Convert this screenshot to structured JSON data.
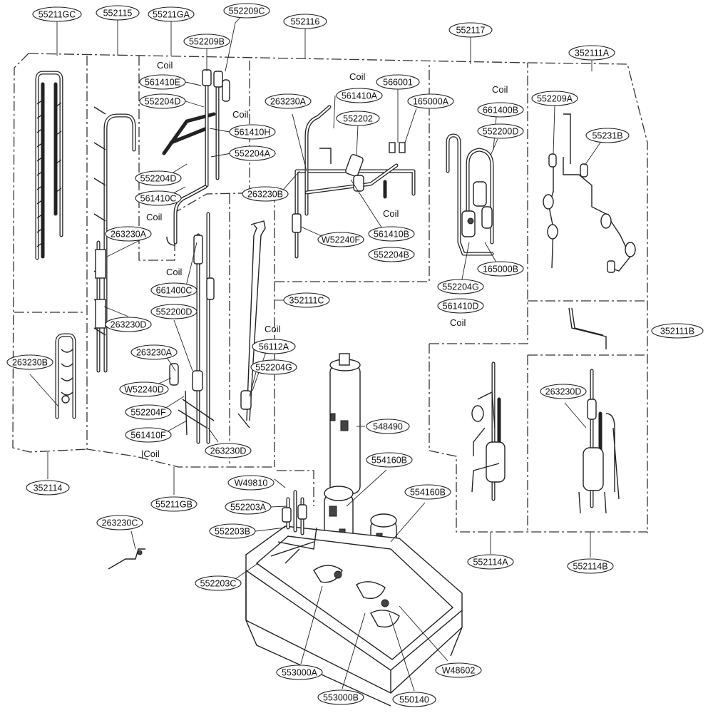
{
  "callouts": [
    {
      "id": "c-55211GC",
      "text": "55211GC"
    },
    {
      "id": "c-552115",
      "text": "552115"
    },
    {
      "id": "c-55211GA",
      "text": "55211GA"
    },
    {
      "id": "c-552209C",
      "text": "552209C"
    },
    {
      "id": "c-552209B",
      "text": "552209B"
    },
    {
      "id": "c-561410E",
      "text": "561410E"
    },
    {
      "id": "c-552204D-a",
      "text": "552204D"
    },
    {
      "id": "c-561410H",
      "text": "561410H"
    },
    {
      "id": "c-552204A",
      "text": "552204A"
    },
    {
      "id": "c-552204D-b",
      "text": "552204D"
    },
    {
      "id": "c-561410C",
      "text": "561410C"
    },
    {
      "id": "c-552116",
      "text": "552116"
    },
    {
      "id": "c-263230A-a",
      "text": "263230A"
    },
    {
      "id": "c-561410A",
      "text": "561410A"
    },
    {
      "id": "c-566001",
      "text": "566001"
    },
    {
      "id": "c-165000A",
      "text": "165000A"
    },
    {
      "id": "c-552202",
      "text": "552202"
    },
    {
      "id": "c-263230B-a",
      "text": "263230B"
    },
    {
      "id": "c-561410B",
      "text": "561410B"
    },
    {
      "id": "c-W52240F",
      "text": "W52240F"
    },
    {
      "id": "c-552204B",
      "text": "552204B"
    },
    {
      "id": "c-552117",
      "text": "552117"
    },
    {
      "id": "c-661400B",
      "text": "661400B"
    },
    {
      "id": "c-552200D-a",
      "text": "552200D"
    },
    {
      "id": "c-165000B",
      "text": "165000B"
    },
    {
      "id": "c-552204G-a",
      "text": "552204G"
    },
    {
      "id": "c-561410D",
      "text": "561410D"
    },
    {
      "id": "c-352111A",
      "text": "352111A"
    },
    {
      "id": "c-552209A",
      "text": "552209A"
    },
    {
      "id": "c-55231B",
      "text": "55231B"
    },
    {
      "id": "c-352111B",
      "text": "352111B"
    },
    {
      "id": "c-263230A-b",
      "text": "263230A"
    },
    {
      "id": "c-263230D-a",
      "text": "263230D"
    },
    {
      "id": "c-661400C",
      "text": "661400C"
    },
    {
      "id": "c-552200D-b",
      "text": "552200D"
    },
    {
      "id": "c-263230A-c",
      "text": "263230A"
    },
    {
      "id": "c-W52240D",
      "text": "W52240D"
    },
    {
      "id": "c-552204F",
      "text": "552204F"
    },
    {
      "id": "c-561410F",
      "text": "561410F"
    },
    {
      "id": "c-263230D-b",
      "text": "263230D"
    },
    {
      "id": "c-352111C",
      "text": "352111C"
    },
    {
      "id": "c-56112A",
      "text": "56112A"
    },
    {
      "id": "c-552204G-b",
      "text": "552204G"
    },
    {
      "id": "c-263230B-b",
      "text": "263230B"
    },
    {
      "id": "c-352114",
      "text": "352114"
    },
    {
      "id": "c-55211GB",
      "text": "55211GB"
    },
    {
      "id": "c-548490",
      "text": "548490"
    },
    {
      "id": "c-554160B-a",
      "text": "554160B"
    },
    {
      "id": "c-W49810",
      "text": "W49810"
    },
    {
      "id": "c-554160B-b",
      "text": "554160B"
    },
    {
      "id": "c-552203A",
      "text": "552203A"
    },
    {
      "id": "c-552203B",
      "text": "552203B"
    },
    {
      "id": "c-263230C",
      "text": "263230C"
    },
    {
      "id": "c-552203C",
      "text": "552203C"
    },
    {
      "id": "c-552114A",
      "text": "552114A"
    },
    {
      "id": "c-263230D-c",
      "text": "263230D"
    },
    {
      "id": "c-552114B",
      "text": "552114B"
    },
    {
      "id": "c-553000A",
      "text": "553000A"
    },
    {
      "id": "c-553000B",
      "text": "553000B"
    },
    {
      "id": "c-550140",
      "text": "550140"
    },
    {
      "id": "c-W48602",
      "text": "W48602"
    }
  ],
  "coil_labels": [
    {
      "id": "coil-1",
      "text": "Coil"
    },
    {
      "id": "coil-2",
      "text": "Coil"
    },
    {
      "id": "coil-3",
      "text": "Coil"
    },
    {
      "id": "coil-4",
      "text": "Coil"
    },
    {
      "id": "coil-5",
      "text": "Coil"
    },
    {
      "id": "coil-6",
      "text": "Coil"
    },
    {
      "id": "coil-7",
      "text": "Coil"
    },
    {
      "id": "coil-8",
      "text": "Coil"
    },
    {
      "id": "coil-9",
      "text": "Coil"
    },
    {
      "id": "coil-10",
      "text": "|Coil"
    }
  ]
}
